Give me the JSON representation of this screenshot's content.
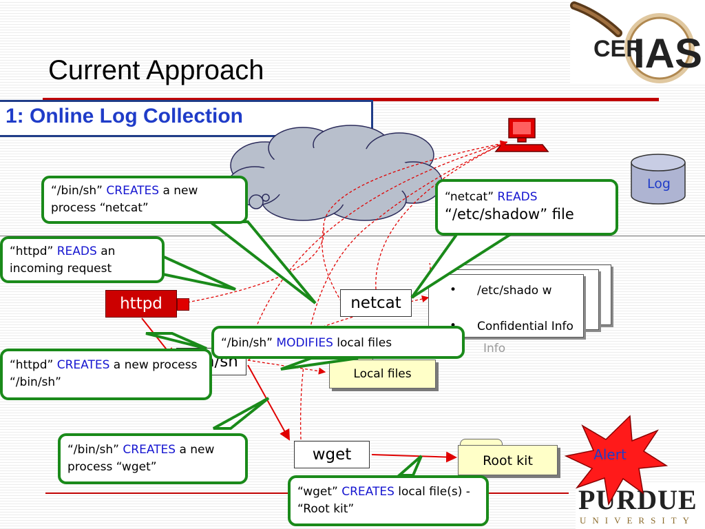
{
  "slide": {
    "title": "Current Approach",
    "subtitle": "1: Online Log Collection"
  },
  "nodes": {
    "httpd": "httpd",
    "binsh": "/bin/sh",
    "netcat": "netcat",
    "wget": "wget",
    "local_files": "Local files",
    "root_kit": "Root kit",
    "log": "Log",
    "alert": "Alert"
  },
  "document_list": {
    "items": [
      "/etc/shado w",
      "Confidential Info"
    ],
    "overflow_text": "Info"
  },
  "callouts": {
    "binsh_creates_netcat": {
      "pre": "“/bin/sh” ",
      "kw": "CREATES",
      "post": " a new process “netcat”"
    },
    "httpd_reads": {
      "pre": "“httpd” ",
      "kw": "READS",
      "post": " an incoming request"
    },
    "netcat_reads": {
      "pre": "“netcat” ",
      "kw": "READS",
      "post": "“/etc/shadow” file"
    },
    "binsh_modifies": {
      "pre": "“/bin/sh” ",
      "kw": "MODIFIES",
      "post": " local files"
    },
    "httpd_creates_binsh": {
      "pre": "“httpd” ",
      "kw": "CREATES",
      "post": " a new process “/bin/sh”"
    },
    "binsh_creates_wget": {
      "pre": "“/bin/sh” ",
      "kw": "CREATES",
      "post": " a new process “wget”"
    },
    "wget_creates_rootkit": {
      "pre": "“wget” ",
      "kw": "CREATES",
      "post": " local file(s) -  “Root kit”"
    }
  },
  "logos": {
    "cerias": "CERIAS",
    "purdue": "PURDUE",
    "purdue_sub": "UNIVERSITY"
  },
  "colors": {
    "accent_red": "#c00000",
    "callout_green": "#1a8a1a",
    "keyword_blue": "#1515d0",
    "title_blue": "#1f3cc8"
  }
}
